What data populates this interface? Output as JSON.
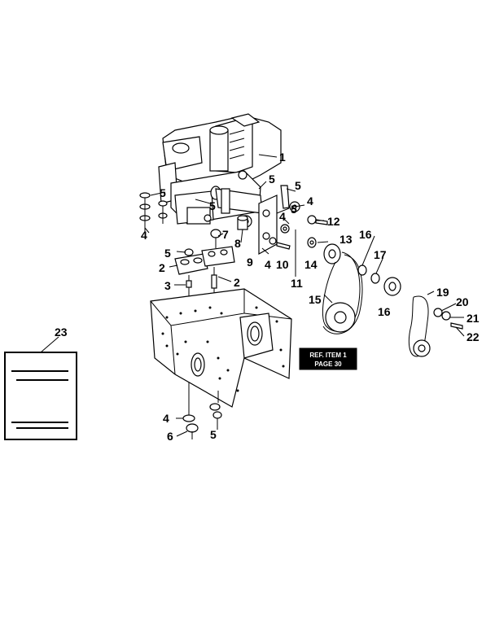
{
  "callouts": [
    {
      "id": "c1",
      "text": "1"
    },
    {
      "id": "c2a",
      "text": "2"
    },
    {
      "id": "c2b",
      "text": "2"
    },
    {
      "id": "c3",
      "text": "3"
    },
    {
      "id": "c4a",
      "text": "4"
    },
    {
      "id": "c4b",
      "text": "4"
    },
    {
      "id": "c4c",
      "text": "4"
    },
    {
      "id": "c4d",
      "text": "4"
    },
    {
      "id": "c4e",
      "text": "4"
    },
    {
      "id": "c5a",
      "text": "5"
    },
    {
      "id": "c5b",
      "text": "5"
    },
    {
      "id": "c5c",
      "text": "5"
    },
    {
      "id": "c5d",
      "text": "5"
    },
    {
      "id": "c5e",
      "text": "5"
    },
    {
      "id": "c5f",
      "text": "5"
    },
    {
      "id": "c5g",
      "text": "5"
    },
    {
      "id": "c6",
      "text": "6"
    },
    {
      "id": "c7",
      "text": "7"
    },
    {
      "id": "c8",
      "text": "8"
    },
    {
      "id": "c9",
      "text": "9"
    },
    {
      "id": "c10",
      "text": "10"
    },
    {
      "id": "c11",
      "text": "11"
    },
    {
      "id": "c12",
      "text": "12"
    },
    {
      "id": "c13",
      "text": "13"
    },
    {
      "id": "c14",
      "text": "14"
    },
    {
      "id": "c15",
      "text": "15"
    },
    {
      "id": "c16a",
      "text": "16"
    },
    {
      "id": "c16b",
      "text": "16"
    },
    {
      "id": "c17",
      "text": "17"
    },
    {
      "id": "c19",
      "text": "19"
    },
    {
      "id": "c20",
      "text": "20"
    },
    {
      "id": "c21",
      "text": "21"
    },
    {
      "id": "c22",
      "text": "22"
    },
    {
      "id": "c23",
      "text": "23"
    }
  ],
  "ref_box": {
    "line1": "REF. ITEM 1",
    "line2": "PAGE 30"
  }
}
